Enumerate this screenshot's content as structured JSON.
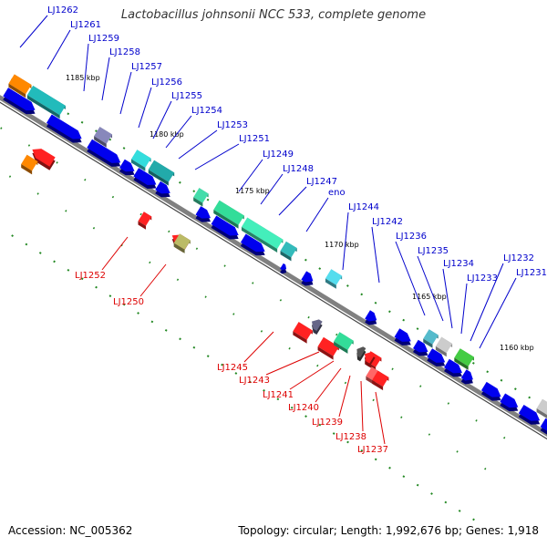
{
  "title": "Lactobacillus johnsonii NCC 533, complete genome",
  "accession": "Accession: NC_005362",
  "summary": "Topology: circular; Length: 1,992,676 bp; Genes: 1,918",
  "colors": {
    "background": "#ffffff",
    "backbone": "#808080",
    "forward_label": "#0000cc",
    "reverse_label": "#dd0000",
    "cds_forward": "#0000ee",
    "cds_reverse": "#ff0000",
    "tick": "#228822"
  },
  "ticks": [
    "1185 kbp",
    "1180 kbp",
    "1175 kbp",
    "1170 kbp",
    "1165 kbp",
    "1160 kbp"
  ],
  "forward_labels": [
    "LJ1262",
    "LJ1261",
    "LJ1259",
    "LJ1258",
    "LJ1257",
    "LJ1256",
    "LJ1255",
    "LJ1254",
    "LJ1253",
    "LJ1251",
    "LJ1249",
    "LJ1248",
    "LJ1247",
    "eno",
    "LJ1244",
    "LJ1242",
    "LJ1236",
    "LJ1235",
    "LJ1234",
    "LJ1233",
    "LJ1232",
    "LJ1231"
  ],
  "reverse_labels": [
    "LJ1252",
    "LJ1250",
    "LJ1245",
    "LJ1243",
    "LJ1241",
    "LJ1240",
    "LJ1239",
    "LJ1238",
    "LJ1237"
  ]
}
